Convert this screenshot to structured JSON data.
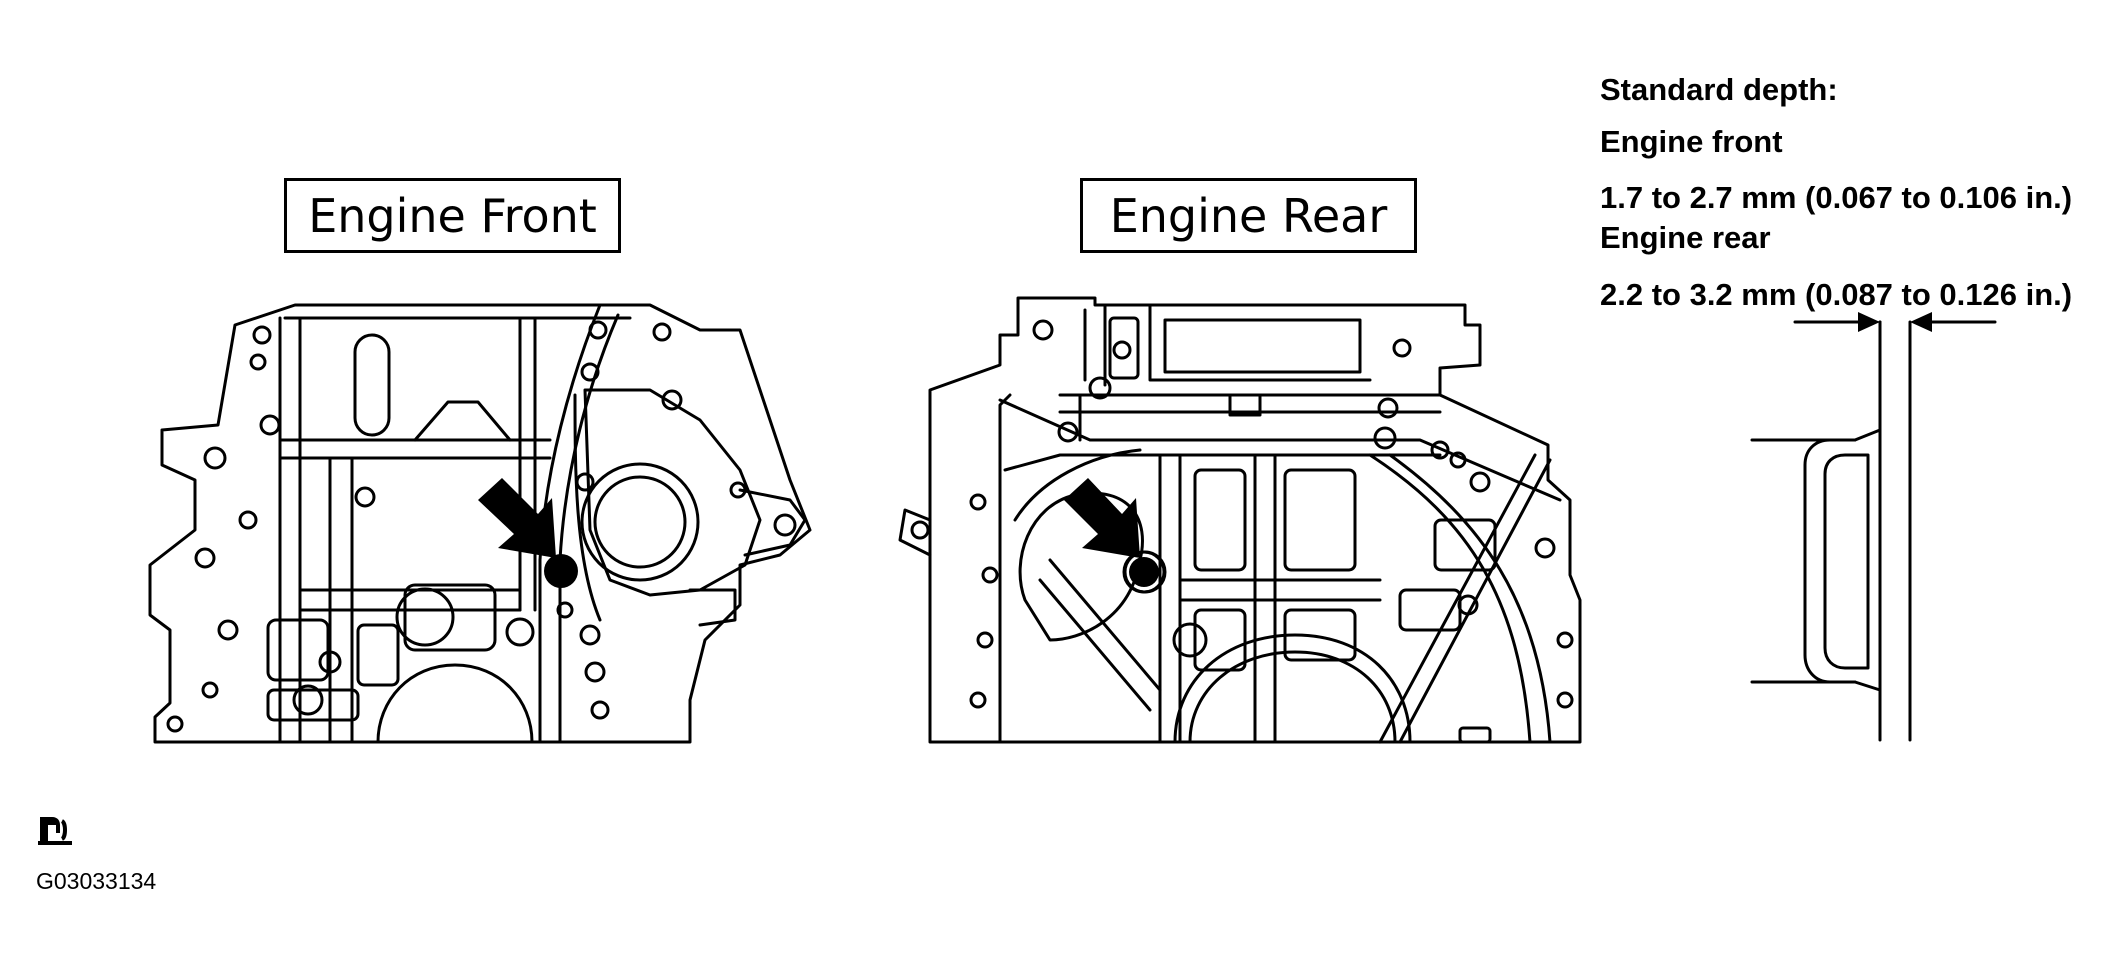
{
  "labels": {
    "front": "Engine Front",
    "rear": "Engine Rear"
  },
  "spec": {
    "heading": "Standard depth:",
    "front_label": "Engine front",
    "front_value": "1.7 to 2.7 mm (0.067 to 0.106 in.)",
    "rear_label": "Engine rear",
    "rear_value": "2.2 to 3.2 mm (0.087 to 0.126 in.)"
  },
  "figure_code": "G03033134",
  "icons": {
    "badge": "service-manual-badge-icon",
    "arrow": "arrow-indicator-icon"
  },
  "colors": {
    "line": "#000000",
    "background": "#ffffff"
  }
}
